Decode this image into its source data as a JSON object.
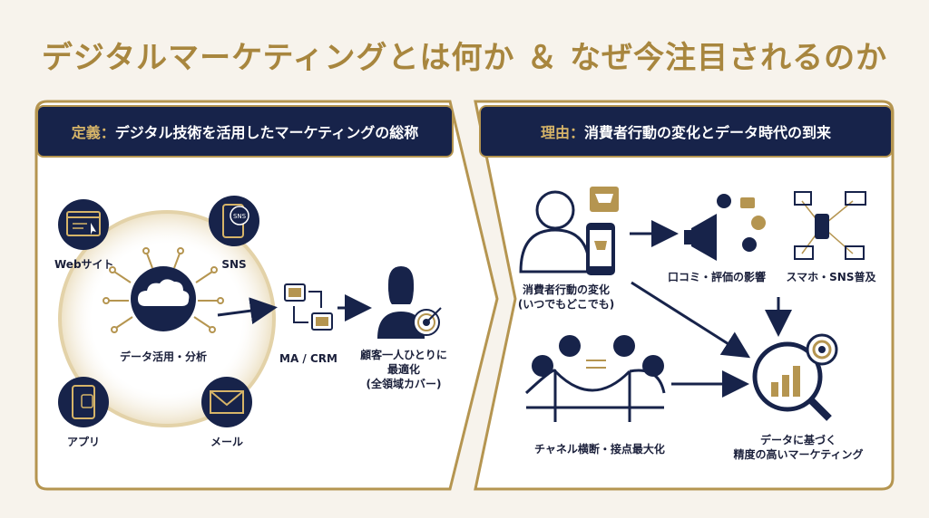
{
  "title": "デジタルマーケティングとは何か ＆ なぜ今注目されるのか",
  "left": {
    "header_prefix": "定義：",
    "header_text": "デジタル技術を活用したマーケティングの総称",
    "labels": {
      "web": "Webサイト",
      "sns": "SNS",
      "center": "データ活用・分析",
      "app": "アプリ",
      "mail": "メール",
      "macrm": "MA / CRM",
      "customer": [
        "顧客一人ひとりに",
        "最適化",
        "(全領域カバー)"
      ]
    },
    "icon_texts": {
      "sns_badge": "SNS"
    }
  },
  "right": {
    "header_prefix": "理由：",
    "header_text": "消費者行動の変化とデータ時代の到来",
    "labels": {
      "consumer": [
        "消費者行動の変化",
        "(いつでもどこでも)"
      ],
      "reviews": "口コミ・評価の影響",
      "smartphone": "スマホ・SNS普及",
      "channel": "チャネル横断・接点最大化",
      "data": [
        "データに基づく",
        "精度の高いマーケティング"
      ]
    }
  },
  "colors": {
    "navy": "#17234a",
    "gold": "#b59550",
    "title_gold": "#a8863e",
    "bg": "#f7f3ec"
  }
}
